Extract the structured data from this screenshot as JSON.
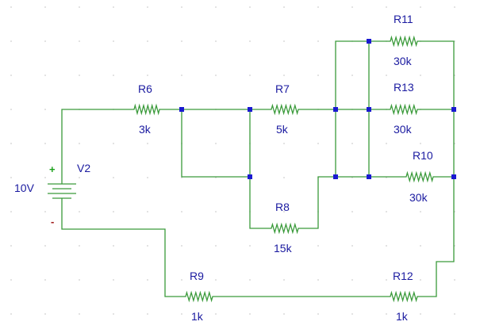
{
  "colors": {
    "wire": "#3a9a3a",
    "resistor": "#3a9a3a",
    "node": "#1a1ad0",
    "label": "#1a1aa0",
    "plus_sign": "#1aa01a",
    "minus_sign": "#a01a1a",
    "grid_dot": "#cfcfcf"
  },
  "source": {
    "name": "V2",
    "value": "10V",
    "plus": "+",
    "minus": "-"
  },
  "resistors": {
    "r6": {
      "name": "R6",
      "value": "3k"
    },
    "r7": {
      "name": "R7",
      "value": "5k"
    },
    "r8": {
      "name": "R8",
      "value": "15k"
    },
    "r9": {
      "name": "R9",
      "value": "1k"
    },
    "r10": {
      "name": "R10",
      "value": "30k"
    },
    "r11": {
      "name": "R11",
      "value": "30k"
    },
    "r12": {
      "name": "R12",
      "value": "1k"
    },
    "r13": {
      "name": "R13",
      "value": "30k"
    }
  }
}
